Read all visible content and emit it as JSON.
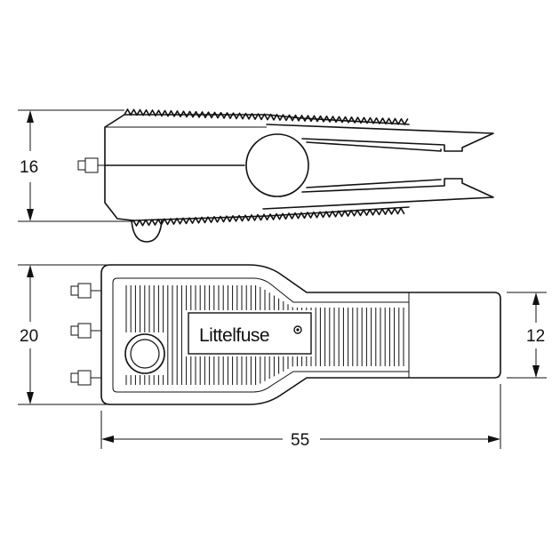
{
  "dimensions": {
    "top_height": "16",
    "bottom_height": "20",
    "tip_height": "12",
    "overall_length": "55"
  },
  "label": {
    "brand": "Littelfuse"
  },
  "colors": {
    "line": "#111111",
    "background": "#ffffff"
  }
}
